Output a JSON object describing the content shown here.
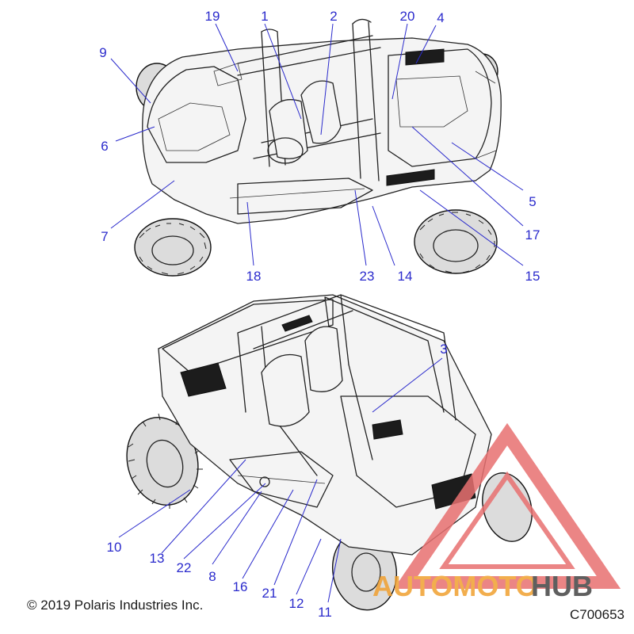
{
  "copyright": "© 2019 Polaris Industries Inc.",
  "part_number": "C700653",
  "watermark": {
    "text_a": "AUTOMOTO",
    "text_b": "HUB",
    "color_a": "#f0a030",
    "color_b": "#444444",
    "triangle_color": "#e87070"
  },
  "colors": {
    "callout": "#2a2acc",
    "line": "#222222"
  },
  "callouts": [
    {
      "id": "c1",
      "label": "1"
    },
    {
      "id": "c2",
      "label": "2"
    },
    {
      "id": "c3",
      "label": "3"
    },
    {
      "id": "c4",
      "label": "4"
    },
    {
      "id": "c5",
      "label": "5"
    },
    {
      "id": "c6",
      "label": "6"
    },
    {
      "id": "c7",
      "label": "7"
    },
    {
      "id": "c8",
      "label": "8"
    },
    {
      "id": "c9",
      "label": "9"
    },
    {
      "id": "c10",
      "label": "10"
    },
    {
      "id": "c11",
      "label": "11"
    },
    {
      "id": "c12",
      "label": "12"
    },
    {
      "id": "c13",
      "label": "13"
    },
    {
      "id": "c14",
      "label": "14"
    },
    {
      "id": "c15",
      "label": "15"
    },
    {
      "id": "c16",
      "label": "16"
    },
    {
      "id": "c17",
      "label": "17"
    },
    {
      "id": "c18",
      "label": "18"
    },
    {
      "id": "c19",
      "label": "19"
    },
    {
      "id": "c20",
      "label": "20"
    },
    {
      "id": "c21",
      "label": "21"
    },
    {
      "id": "c22",
      "label": "22"
    },
    {
      "id": "c23",
      "label": "23"
    }
  ]
}
